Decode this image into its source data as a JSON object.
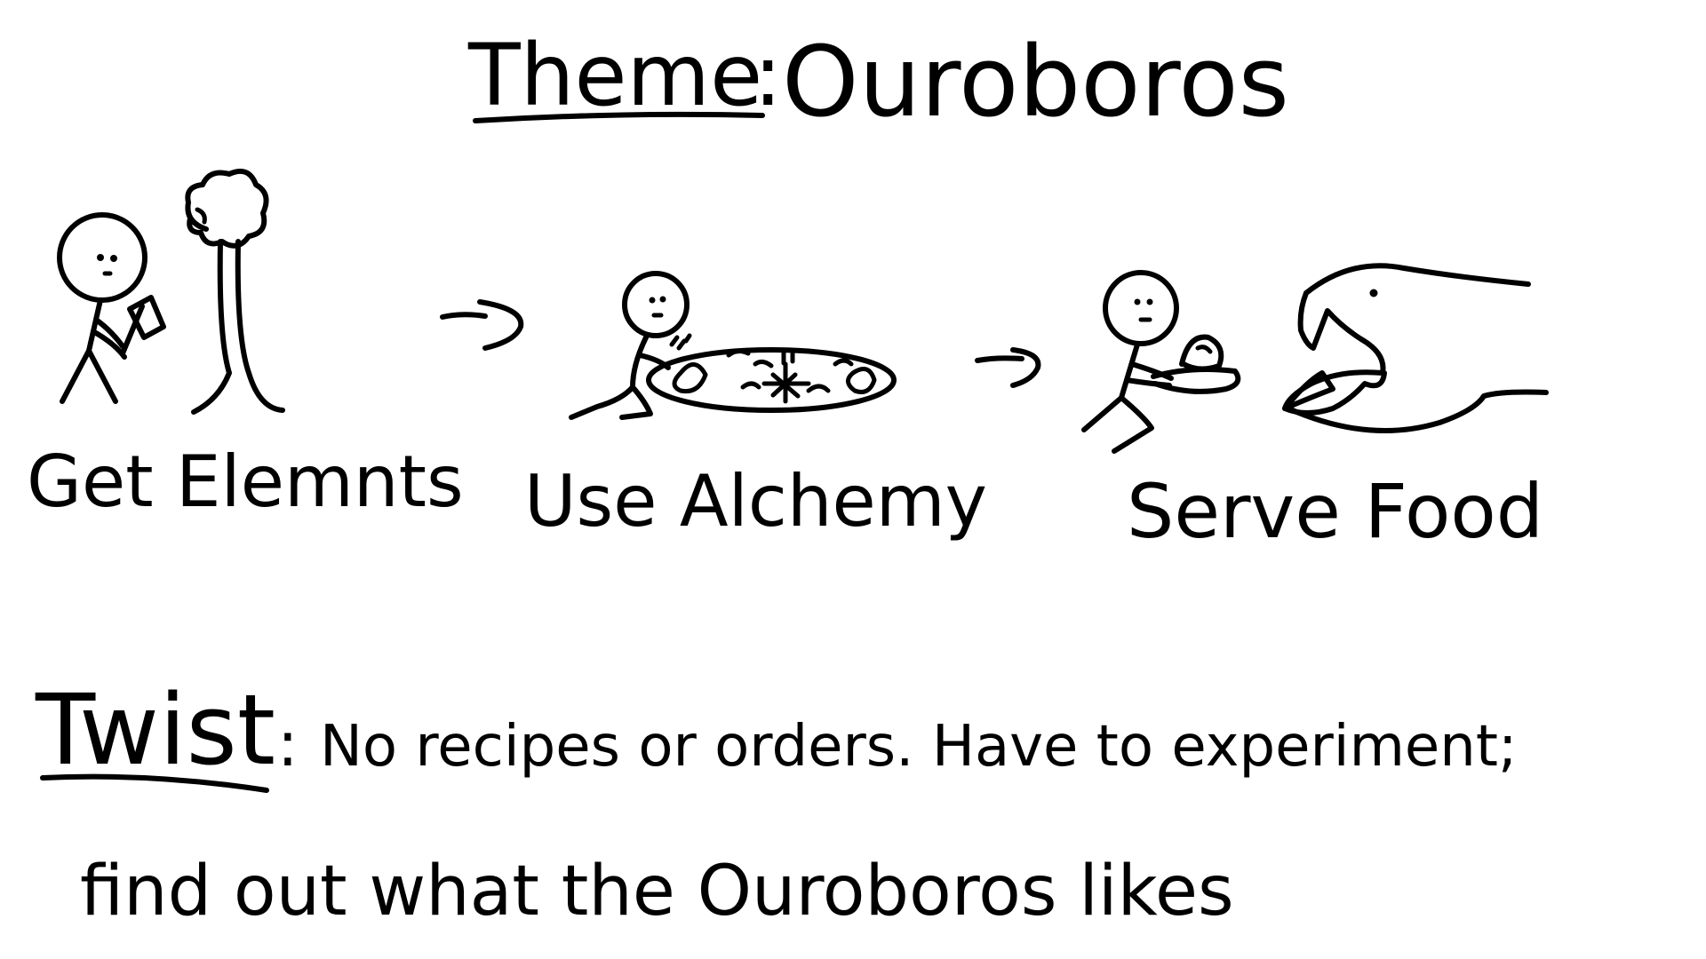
{
  "theme": {
    "label": "Theme",
    "value": "Ouroboros"
  },
  "steps": [
    {
      "label": "Get Elemnts",
      "icon": "stick-figure-with-axe-and-tree-icon"
    },
    {
      "label": "Use Alchemy",
      "icon": "stick-figure-with-alchemy-pot-icon"
    },
    {
      "label": "Serve Food",
      "icon": "stick-figure-serving-food-to-serpent-icon"
    }
  ],
  "arrows": [
    "arrow-right-icon",
    "arrow-right-icon"
  ],
  "twist": {
    "label": "Twist",
    "line1": "No recipes or orders. Have to experiment;",
    "line2": "find out what the Ouroboros likes"
  },
  "ink_color": "#000000",
  "background_color": "#ffffff"
}
